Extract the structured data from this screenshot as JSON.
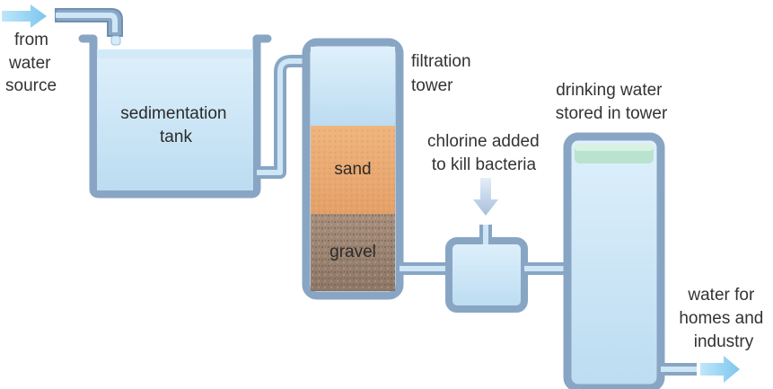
{
  "labels": {
    "source": [
      "from",
      "water",
      "source"
    ],
    "sedimentation_tank": [
      "sedimentation",
      "tank"
    ],
    "filtration_tower": [
      "filtration",
      "tower"
    ],
    "sand": "sand",
    "gravel": "gravel",
    "chlorine": [
      "chlorine added",
      "to kill bacteria"
    ],
    "storage_tower": [
      "drinking water",
      "stored in tower"
    ],
    "output": [
      "water for",
      "homes and",
      "industry"
    ]
  },
  "colors": {
    "pipe": "#7f9fbf",
    "water": "#cfe6f6",
    "water_light": "#e6f3fb",
    "arrow": "#8ecff0",
    "sand": "#e9a96f",
    "gravel": "#a38a78"
  }
}
